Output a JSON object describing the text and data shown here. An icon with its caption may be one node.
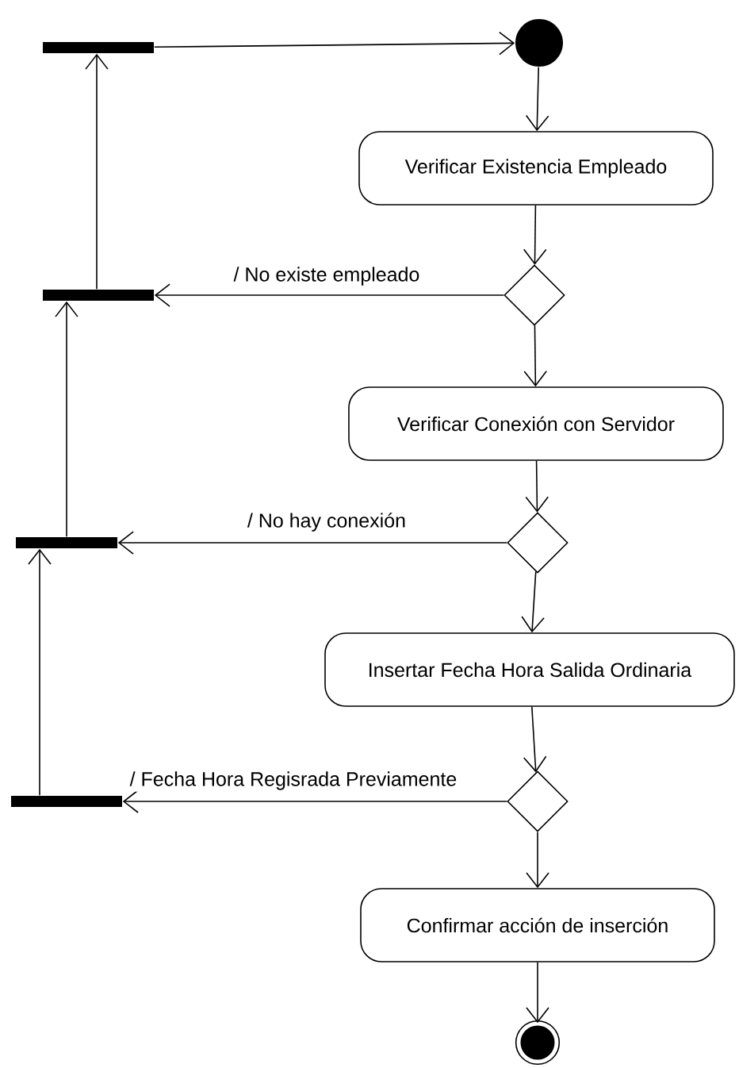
{
  "diagram": {
    "nodes": [
      {
        "text": [],
        "shape": "bar"
      },
      {
        "text": [],
        "shape": "circle"
      },
      {
        "text": [
          "Verificar Existencia Empleado"
        ]
      },
      {
        "text": [],
        "shape": "diamond"
      },
      {
        "text": [],
        "shape": "bar"
      },
      {
        "text": [
          "Verificar Conexión con Servidor"
        ]
      },
      {
        "text": [],
        "shape": "diamond"
      },
      {
        "text": [],
        "shape": "bar"
      },
      {
        "text": [
          "Insertar Fecha Hora Salida Ordinaria"
        ]
      },
      {
        "text": [],
        "shape": "diamond"
      },
      {
        "text": [],
        "shape": "bar"
      },
      {
        "text": [
          "Confirmar acción de inserción"
        ]
      },
      {
        "text": [],
        "shape": "circle"
      }
    ],
    "edges": [
      {
        "from": 0,
        "to": 1,
        "arrow": "to"
      },
      {
        "from": 1,
        "to": 2,
        "arrow": "to"
      },
      {
        "from": 2,
        "to": 3,
        "arrow": "to"
      },
      {
        "from": 3,
        "to": 4,
        "arrow": "to",
        "label": "/ No existe empleado"
      },
      {
        "from": 4,
        "to": 0,
        "arrow": "to"
      },
      {
        "from": 3,
        "to": 5,
        "arrow": "to"
      },
      {
        "from": 5,
        "to": 6,
        "arrow": "to"
      },
      {
        "from": 6,
        "to": 7,
        "arrow": "to",
        "label": "/ No hay conexión"
      },
      {
        "from": 7,
        "to": 4,
        "arrow": "to"
      },
      {
        "from": 6,
        "to": 8,
        "arrow": "to"
      },
      {
        "from": 8,
        "to": 9,
        "arrow": "to"
      },
      {
        "from": 9,
        "to": 10,
        "arrow": "to",
        "label": "/ Fecha Hora Regisrada Previamente"
      },
      {
        "from": 10,
        "to": 7,
        "arrow": "to"
      },
      {
        "from": 9,
        "to": 11,
        "arrow": "to"
      },
      {
        "from": 11,
        "to": 12,
        "arrow": "to"
      }
    ]
  }
}
